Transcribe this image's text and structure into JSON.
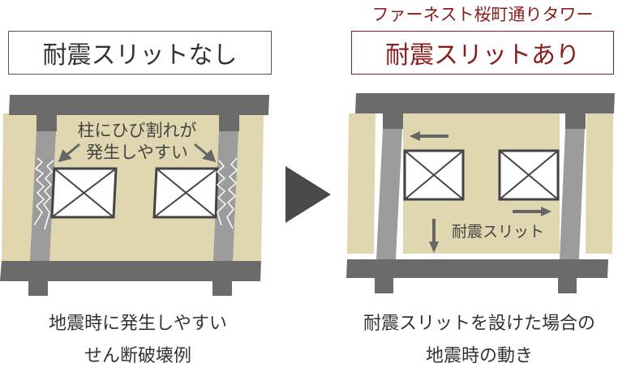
{
  "left": {
    "title": "耐震スリットなし",
    "annotation_line1": "柱にひび割れが",
    "annotation_line2": "発生しやすい",
    "caption_line1": "地震時に発生しやすい",
    "caption_line2": "せん断破壊例"
  },
  "right": {
    "brand": "ファーネスト桜町通りタワー",
    "title": "耐震スリットあり",
    "slit_label": "耐震スリット",
    "caption_line1": "耐震スリットを設けた場合の",
    "caption_line2": "地震時の動き"
  },
  "colors": {
    "accent": "#8b1c1c",
    "wall": "#e0d6b0",
    "beam": "#6b6b6b",
    "column": "#9c9c9c"
  }
}
